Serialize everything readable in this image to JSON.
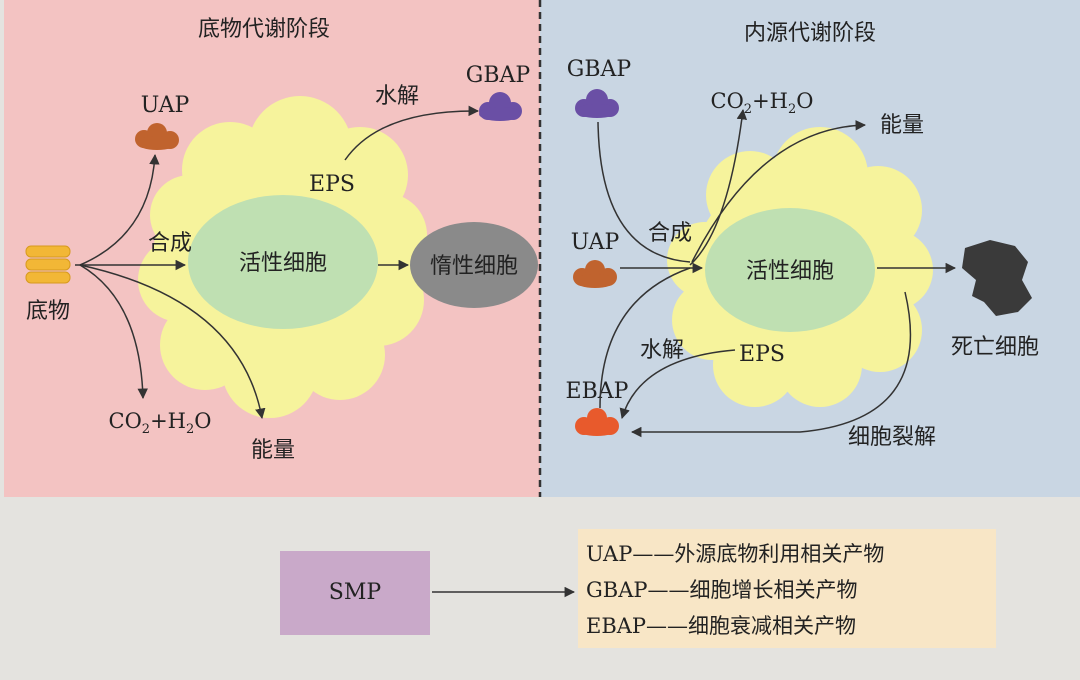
{
  "left_panel": {
    "title": "底物代谢阶段",
    "substrate": "底物",
    "uap": "UAP",
    "gbap": "GBAP",
    "hydrolysis": "水解",
    "eps": "EPS",
    "synthesis": "合成",
    "active_cell": "活性细胞",
    "inert_cell": "惰性细胞",
    "co2_h2o": {
      "prefix": "CO",
      "sub1": "2",
      "mid": "+H",
      "sub2": "2",
      "suffix": "O"
    },
    "energy": "能量"
  },
  "right_panel": {
    "title": "内源代谢阶段",
    "gbap": "GBAP",
    "co2_h2o": {
      "prefix": "CO",
      "sub1": "2",
      "mid": "+H",
      "sub2": "2",
      "suffix": "O"
    },
    "energy": "能量",
    "uap": "UAP",
    "synthesis": "合成",
    "active_cell": "活性细胞",
    "dead_cell": "死亡细胞",
    "hydrolysis": "水解",
    "eps": "EPS",
    "ebap": "EBAP",
    "cell_lysis": "细胞裂解"
  },
  "legend": {
    "smp": "SMP",
    "lines": [
      "UAP——外源底物利用相关产物",
      "GBAP——细胞增长相关产物",
      "EBAP——细胞衰减相关产物"
    ]
  },
  "colors": {
    "left_bg": "#f3c3c2",
    "right_bg": "#c9d6e3",
    "bottom_bg": "#e4e3df",
    "eps_cloud": "#f6f39c",
    "active_cell": "#bfe0b2",
    "inert_cell": "#8a8a8a",
    "uap": "#c0632e",
    "gbap": "#6a4fa5",
    "ebap": "#e85a2c",
    "substrate": "#f2b736",
    "dead_cell": "#3a3a3a",
    "smp_box": "#c9a9c9",
    "legend_box": "#f8e6c6"
  }
}
